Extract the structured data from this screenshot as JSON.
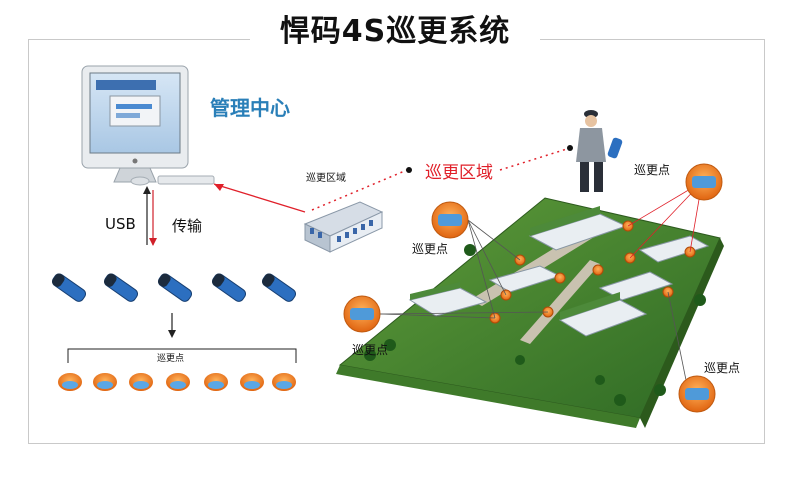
{
  "title": "悍码4S巡更系统",
  "labels": {
    "management_center": "管理中心",
    "usb": "USB",
    "transfer": "传输",
    "patrol_area_small": "巡更区域",
    "patrol_area": "巡更区域",
    "checkpoint": "巡更点"
  },
  "colors": {
    "accent_blue": "#2a7fb8",
    "accent_red": "#e0202a",
    "checkpoint_orange": "#f07a1e",
    "device_blue": "#2c6fc0"
  },
  "icons": [
    "computer-icon",
    "patrol-device-icon",
    "checkpoint-icon",
    "guard-figure",
    "building-icon",
    "campus-illustration"
  ]
}
